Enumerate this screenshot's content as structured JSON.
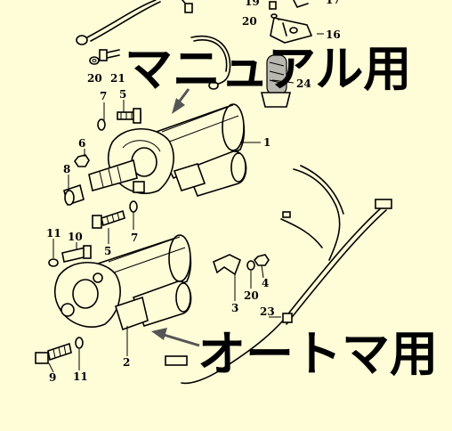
{
  "labels": {
    "manual": "マニュアル用",
    "auto": "オートマ用"
  },
  "parts": [
    {
      "id": "p19",
      "text": "19"
    },
    {
      "id": "p17",
      "text": "17"
    },
    {
      "id": "p20a",
      "text": "20"
    },
    {
      "id": "p16",
      "text": "16"
    },
    {
      "id": "p20b",
      "text": "20"
    },
    {
      "id": "p21",
      "text": "21"
    },
    {
      "id": "p24",
      "text": "24"
    },
    {
      "id": "p7a",
      "text": "7"
    },
    {
      "id": "p5a",
      "text": "5"
    },
    {
      "id": "p1",
      "text": "1"
    },
    {
      "id": "p6",
      "text": "6"
    },
    {
      "id": "p8",
      "text": "8"
    },
    {
      "id": "p11a",
      "text": "11"
    },
    {
      "id": "p10",
      "text": "10"
    },
    {
      "id": "p5b",
      "text": "5"
    },
    {
      "id": "p7b",
      "text": "7"
    },
    {
      "id": "p4",
      "text": "4"
    },
    {
      "id": "p20c",
      "text": "20"
    },
    {
      "id": "p3",
      "text": "3"
    },
    {
      "id": "p23",
      "text": "23"
    },
    {
      "id": "p2",
      "text": "2"
    },
    {
      "id": "p9",
      "text": "9"
    },
    {
      "id": "p11b",
      "text": "11"
    }
  ]
}
